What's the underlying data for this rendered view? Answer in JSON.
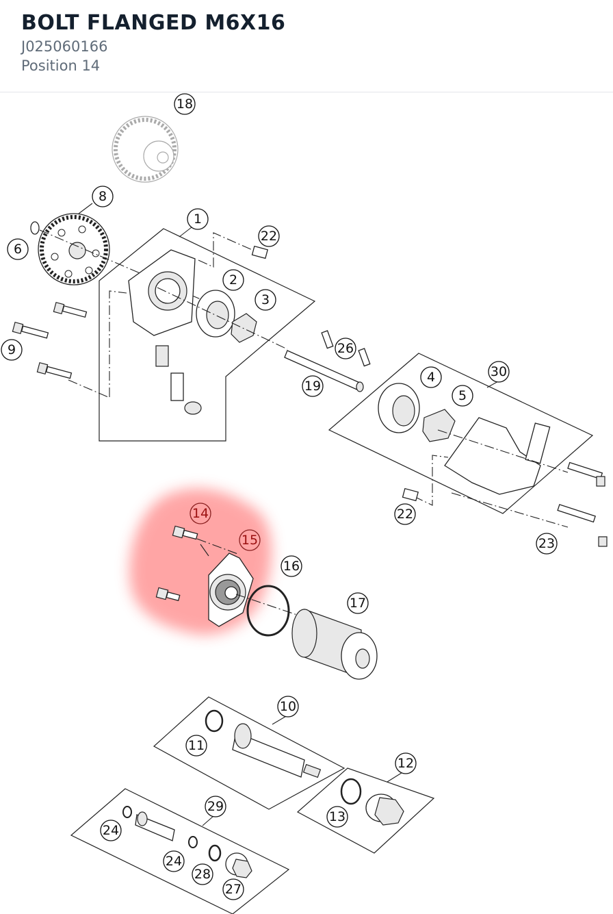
{
  "header": {
    "title": "BOLT FLANGED M6X16",
    "part_number": "J025060166",
    "position": "Position 14"
  },
  "highlight_color": "#ff6b6b",
  "callouts": {
    "c1": "1",
    "c2": "2",
    "c3": "3",
    "c4": "4",
    "c5": "5",
    "c6": "6",
    "c8": "8",
    "c9": "9",
    "c10": "10",
    "c11": "11",
    "c12": "12",
    "c13": "13",
    "c14": "14",
    "c15": "15",
    "c16": "16",
    "c17": "17",
    "c18": "18",
    "c19": "19",
    "c22a": "22",
    "c22b": "22",
    "c23": "23",
    "c24a": "24",
    "c24b": "24",
    "c26": "26",
    "c27": "27",
    "c28": "28",
    "c29": "29",
    "c30": "30"
  }
}
